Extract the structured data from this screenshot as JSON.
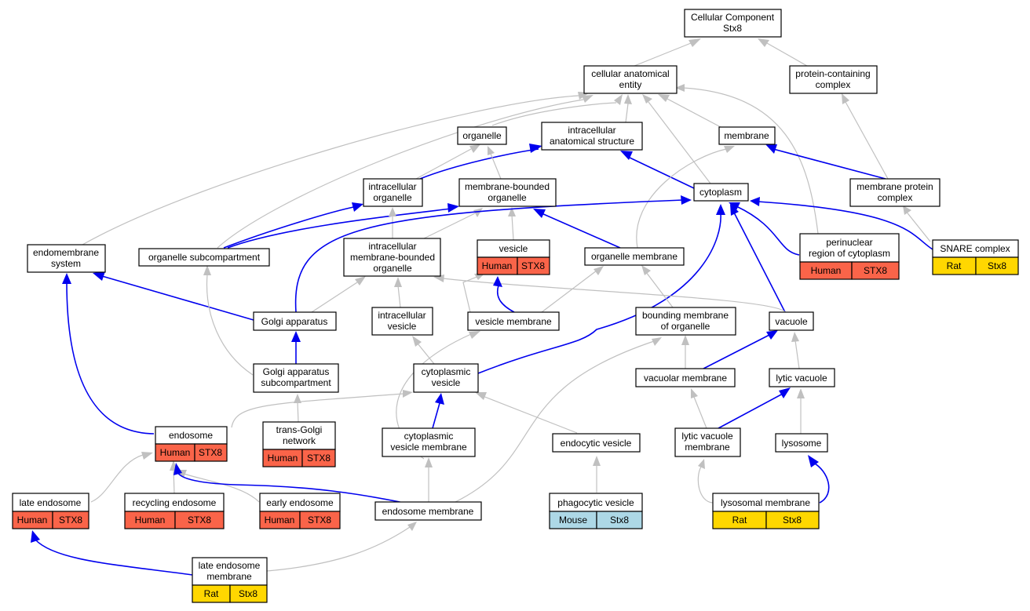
{
  "colors": {
    "is_a_edge": "#c0c0c0",
    "part_of_edge": "#0000ee",
    "human": "#fa6449",
    "rat": "#ffd700",
    "mouse": "#add8e6"
  },
  "nodes": {
    "cellular_component": {
      "line1": "Cellular Component",
      "line2": "Stx8"
    },
    "cellular_anatomical_entity": {
      "line1": "cellular anatomical",
      "line2": "entity"
    },
    "protein_containing_complex": {
      "line1": "protein-containing",
      "line2": "complex"
    },
    "organelle": {
      "line1": "organelle"
    },
    "intracellular_anatomical_structure": {
      "line1": "intracellular",
      "line2": "anatomical structure"
    },
    "membrane": {
      "line1": "membrane"
    },
    "intracellular_organelle": {
      "line1": "intracellular",
      "line2": "organelle"
    },
    "membrane_bounded_organelle": {
      "line1": "membrane-bounded",
      "line2": "organelle"
    },
    "cytoplasm": {
      "line1": "cytoplasm"
    },
    "membrane_protein_complex": {
      "line1": "membrane protein",
      "line2": "complex"
    },
    "endomembrane_system": {
      "line1": "endomembrane",
      "line2": "system"
    },
    "organelle_subcompartment": {
      "line1": "organelle subcompartment"
    },
    "intracellular_membrane_bounded_organelle": {
      "line1": "intracellular",
      "line2": "membrane-bounded",
      "line3": "organelle"
    },
    "vesicle": {
      "line1": "vesicle",
      "species": "Human",
      "gene": "STX8"
    },
    "organelle_membrane": {
      "line1": "organelle membrane"
    },
    "perinuclear_region": {
      "line1": "perinuclear",
      "line2": "region of cytoplasm",
      "species": "Human",
      "gene": "STX8"
    },
    "snare_complex": {
      "line1": "SNARE complex",
      "species": "Rat",
      "gene": "Stx8"
    },
    "golgi_apparatus": {
      "line1": "Golgi apparatus"
    },
    "intracellular_vesicle": {
      "line1": "intracellular",
      "line2": "vesicle"
    },
    "vesicle_membrane": {
      "line1": "vesicle membrane"
    },
    "bounding_membrane": {
      "line1": "bounding membrane",
      "line2": "of organelle"
    },
    "vacuole": {
      "line1": "vacuole"
    },
    "golgi_subcompartment": {
      "line1": "Golgi apparatus",
      "line2": "subcompartment"
    },
    "cytoplasmic_vesicle": {
      "line1": "cytoplasmic",
      "line2": "vesicle"
    },
    "vacuolar_membrane": {
      "line1": "vacuolar membrane"
    },
    "lytic_vacuole": {
      "line1": "lytic vacuole"
    },
    "endosome": {
      "line1": "endosome",
      "species": "Human",
      "gene": "STX8"
    },
    "trans_golgi_network": {
      "line1": "trans-Golgi",
      "line2": "network",
      "species": "Human",
      "gene": "STX8"
    },
    "cytoplasmic_vesicle_membrane": {
      "line1": "cytoplasmic",
      "line2": "vesicle membrane"
    },
    "endocytic_vesicle": {
      "line1": "endocytic vesicle"
    },
    "lytic_vacuole_membrane": {
      "line1": "lytic vacuole",
      "line2": "membrane"
    },
    "lysosome": {
      "line1": "lysosome"
    },
    "late_endosome": {
      "line1": "late endosome",
      "species": "Human",
      "gene": "STX8"
    },
    "recycling_endosome": {
      "line1": "recycling endosome",
      "species": "Human",
      "gene": "STX8"
    },
    "early_endosome": {
      "line1": "early endosome",
      "species": "Human",
      "gene": "STX8"
    },
    "endosome_membrane": {
      "line1": "endosome membrane"
    },
    "phagocytic_vesicle": {
      "line1": "phagocytic vesicle",
      "species": "Mouse",
      "gene": "Stx8"
    },
    "lysosomal_membrane": {
      "line1": "lysosomal membrane",
      "species": "Rat",
      "gene": "Stx8"
    },
    "late_endosome_membrane": {
      "line1": "late endosome",
      "line2": "membrane",
      "species": "Rat",
      "gene": "Stx8"
    }
  }
}
